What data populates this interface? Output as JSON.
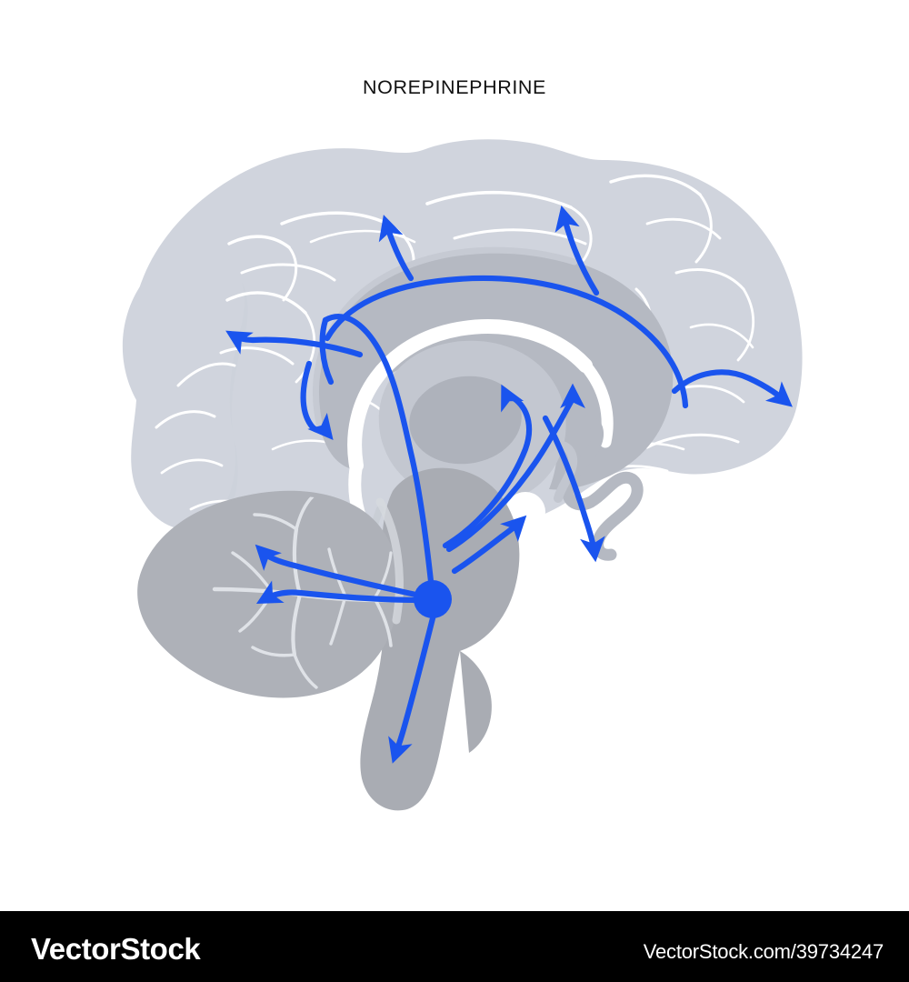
{
  "title": "NOREPINEPHRINE",
  "footer": {
    "brand": "VectorStock",
    "url": "VectorStock.com/39734247"
  },
  "colors": {
    "background": "#ffffff",
    "cortex": "#d0d4dd",
    "cortex_shadow": "#c5cad4",
    "corpus_callosum": "#b5b9c2",
    "thalamus_outer": "#c3c7d0",
    "thalamus_inner": "#aeb2bb",
    "cerebellum": "#aeb1b8",
    "brainstem": "#a9acb3",
    "gyri_line": "#ffffff",
    "pathway_blue": "#1a54ee",
    "title_text": "#111111",
    "footer_bg": "#000000",
    "footer_text": "#ffffff"
  },
  "diagram": {
    "name": "norepinephrine-pathway-brain-diagram",
    "view": "midsagittal",
    "origin_label": "locus-coeruleus",
    "structures": [
      "cerebral-cortex",
      "corpus-callosum",
      "thalamus",
      "cerebellum",
      "brainstem",
      "hippocampus",
      "pituitary-gland",
      "spinal-cord"
    ],
    "pathways": [
      "frontal-cortex-projection",
      "prefrontal-cortex-projection",
      "cingulate-anterior-projection",
      "cingulate-posterior-projection",
      "occipital-projection",
      "temporal-projection",
      "thalamus-projection",
      "hypothalamus-projection",
      "hippocampus-projection",
      "cerebellum-upper-projection",
      "cerebellum-lower-projection",
      "spinal-cord-projection"
    ],
    "arrow_count": 12
  }
}
